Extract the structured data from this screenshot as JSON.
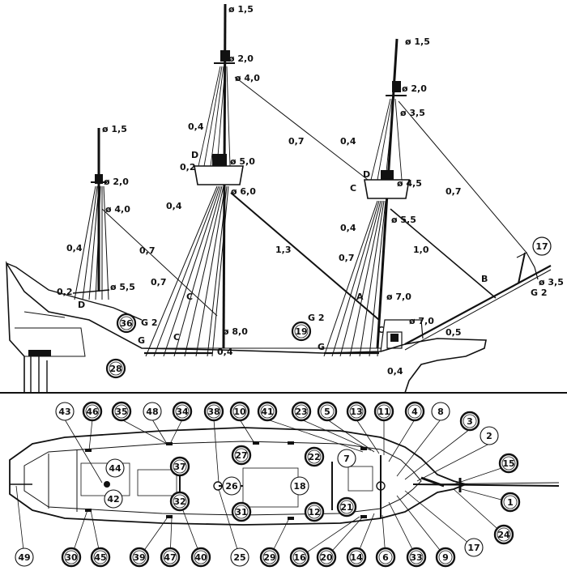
{
  "side_view": {
    "mast_labels": [
      "ø 1,5",
      "ø 2,0",
      "ø 4,0",
      "ø 5,0",
      "ø 6,0",
      "ø 8,0",
      "ø 1,5",
      "ø 2,0",
      "ø 4,0",
      "ø 5,5",
      "ø 1,5",
      "ø 2,0",
      "ø 3,5",
      "ø 4,5",
      "ø 5,5",
      "ø 7,0",
      "ø 7,0",
      "ø 3,5"
    ],
    "line_labels": [
      "0,4",
      "0,2",
      "0,4",
      "0,7",
      "0,7",
      "0,4",
      "0,4",
      "0,2",
      "0,7",
      "1,3",
      "0,4",
      "0,4",
      "0,7",
      "0,7",
      "1,0",
      "0,5",
      "0,4"
    ],
    "letters": [
      "D",
      "D",
      "C",
      "C",
      "G 2",
      "G",
      "D",
      "C",
      "A",
      "C",
      "G 2",
      "G",
      "B",
      "G 2"
    ],
    "circled": [
      "36",
      "28",
      "19",
      "17"
    ]
  },
  "top_view": {
    "circled_top": [
      "43",
      "46",
      "35",
      "48",
      "34",
      "38",
      "10",
      "41",
      "23",
      "5",
      "13",
      "11",
      "4",
      "8",
      "3",
      "2",
      "15"
    ],
    "circled_bottom": [
      "49",
      "30",
      "45",
      "39",
      "47",
      "40",
      "25",
      "29",
      "16",
      "20",
      "14",
      "6",
      "33",
      "9",
      "17",
      "24",
      "1"
    ],
    "circled_inner": [
      "44",
      "42",
      "37",
      "32",
      "27",
      "26",
      "31",
      "22",
      "18",
      "12",
      "7",
      "21"
    ]
  }
}
